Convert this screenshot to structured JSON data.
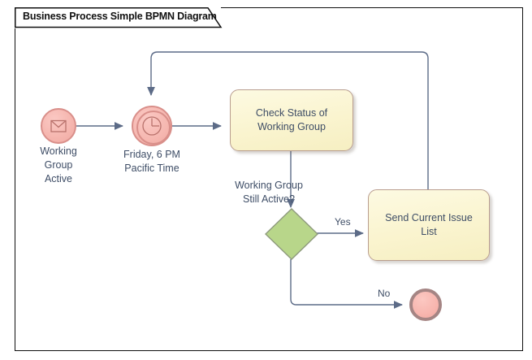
{
  "window": {
    "title": "Business Process Simple BPMN Diagram"
  },
  "diagram": {
    "type": "bpmn",
    "nodes": [
      {
        "id": "start",
        "kind": "start-event-message",
        "icon": "envelope-icon",
        "label": "Working\nGroup\nActive",
        "fill": "#f5b5ae",
        "stroke": "#d98f8a"
      },
      {
        "id": "timer",
        "kind": "intermediate-event-timer",
        "icon": "clock-icon",
        "label": "Friday, 6 PM\nPacific Time",
        "fill": "#f5b5ae",
        "stroke": "#d98f8a"
      },
      {
        "id": "check-status",
        "kind": "task",
        "label": "Check Status of Working Group",
        "fill": "#faf4cf",
        "stroke": "#b99d8e"
      },
      {
        "id": "gateway",
        "kind": "exclusive-gateway",
        "label": "Working Group\nStill Active?",
        "fill": "#b8d68a",
        "stroke": "#8e9a7d"
      },
      {
        "id": "send-list",
        "kind": "task",
        "label": "Send Current Issue List",
        "fill": "#faf4cf",
        "stroke": "#b99d8e"
      },
      {
        "id": "end",
        "kind": "end-event",
        "label": "",
        "fill": "#f7b4ad",
        "stroke": "#a58584"
      }
    ],
    "edges": [
      {
        "id": "e1",
        "from": "start",
        "to": "timer",
        "label": ""
      },
      {
        "id": "e2",
        "from": "timer",
        "to": "check-status",
        "label": ""
      },
      {
        "id": "e3",
        "from": "check-status",
        "to": "gateway",
        "label": ""
      },
      {
        "id": "e4",
        "from": "gateway",
        "to": "send-list",
        "label": "Yes"
      },
      {
        "id": "e5",
        "from": "gateway",
        "to": "end",
        "label": "No"
      },
      {
        "id": "e6",
        "from": "send-list",
        "to": "timer",
        "label": ""
      }
    ],
    "edge_color": "#5c6b87",
    "text_color": "#3e4d66"
  }
}
